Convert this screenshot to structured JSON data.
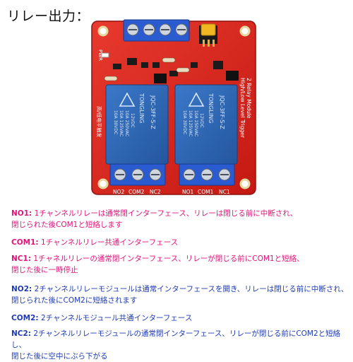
{
  "heading": "リレー出力：",
  "board": {
    "silk_module_lines": [
      "2 Relay Module",
      "High/Low Level Trigger"
    ],
    "relay_brand": "TONGLING",
    "relay_spec": [
      "12VDC",
      "10A 250VAC",
      "10A 125VAC",
      "10A 30VDC"
    ],
    "relay_model": "JQC-3FF-S-Z",
    "pwr_label": "PWR",
    "chinese_label": "高/低电平触发",
    "terminal_labels_left": [
      "NO2",
      "COM2",
      "NC2"
    ],
    "terminal_labels_right": [
      "NO1",
      "COM1",
      "NC1"
    ],
    "colors": {
      "pcb": "#d8231f",
      "relay": "#2e66b6",
      "terminal": "#2a5bd0",
      "jumper": "#f0b820"
    }
  },
  "descriptions": [
    {
      "code": "NO1:",
      "lines": [
        "1チャンネルリレーは通常閉インターフェース、リレーは閉じる前に中断され、",
        "閉じられた後COM1と短絡します"
      ],
      "color": "#e0147a"
    },
    {
      "code": "COM1:",
      "lines": [
        "1チャンネルリレー共通インターフェース"
      ],
      "color": "#e0147a"
    },
    {
      "code": "NC1:",
      "lines": [
        "1チャネルリレーの通常閉インターフェース、リレーが閉じる前にCOM1と短絡、",
        "閉じた後に一時停止"
      ],
      "color": "#e0147a"
    },
    {
      "code": "NO2:",
      "lines": [
        "2チャンネルリレーモジュールは通常インターフェースを開き、リレーは閉じる前に中断され、",
        "閉じられた後にCOM2に短絡されます"
      ],
      "color": "#1f3bb3"
    },
    {
      "code": "COM2:",
      "lines": [
        "2チャンネルモジュール共通インターフェース"
      ],
      "color": "#1f3bb3"
    },
    {
      "code": "NC2:",
      "lines": [
        "2チャンネルリレーモジュールの通常閉インターフェース、リレーが閉じる前にCOM2と短絡し、",
        "閉じた後に空中にぶら下がる"
      ],
      "color": "#1f3bb3"
    }
  ]
}
